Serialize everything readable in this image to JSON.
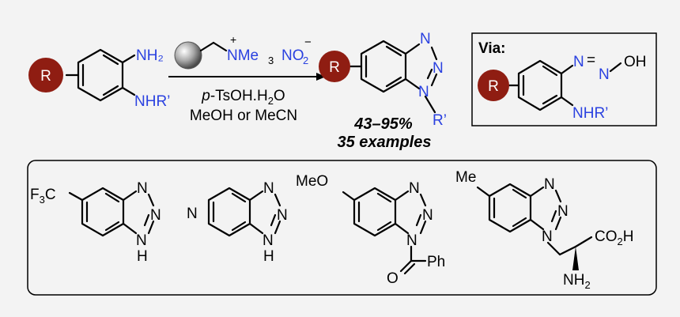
{
  "colors": {
    "nitrogen": "#2a41e0",
    "r_group": "#8f1d12",
    "background": "#f3f3f3",
    "text": "#000000"
  },
  "reaction": {
    "reactant": {
      "r_label": "R",
      "nh2": "NH₂",
      "nhr": "NHR’"
    },
    "reagent": {
      "nme3": "N̅Me₃",
      "nme3_plain": "NMe",
      "nme3_sub": "3",
      "plus": "+",
      "nitrite": "NO",
      "nitrite_sub": "2",
      "minus": "−"
    },
    "conditions": {
      "line1_prefix": "p",
      "line1_rest": "-TsOH.H",
      "line1_sub": "2",
      "line1_end": "O",
      "line2": "MeOH or MeCN"
    },
    "product": {
      "r_label": "R",
      "n1": "N",
      "n2": "N",
      "n3": "N",
      "r_prime": "R’"
    },
    "yield": "43–95%",
    "examples": "35 examples",
    "via": {
      "title": "Via:",
      "r_label": "R",
      "n_a": "N",
      "eq": "=",
      "n_b": "N",
      "oh": "OH",
      "nhr": "NHR’"
    }
  },
  "examples": [
    {
      "id": "cf3",
      "f3c": "F",
      "f3c_sub": "3",
      "f3c_c": "C",
      "n": [
        "N",
        "N",
        "N"
      ],
      "h": "H"
    },
    {
      "id": "pyrido",
      "n_ring": "N",
      "n": [
        "N",
        "N",
        "N"
      ],
      "h": "H"
    },
    {
      "id": "meo",
      "meo": "MeO",
      "n": [
        "N",
        "N",
        "N"
      ],
      "o": "O",
      "ph": "Ph"
    },
    {
      "id": "me",
      "me": "Me",
      "n": [
        "N",
        "N",
        "N"
      ],
      "co2h": "CO",
      "co2h_sub": "2",
      "co2h_h": "H",
      "nh2": "NH",
      "nh2_sub": "2"
    }
  ]
}
